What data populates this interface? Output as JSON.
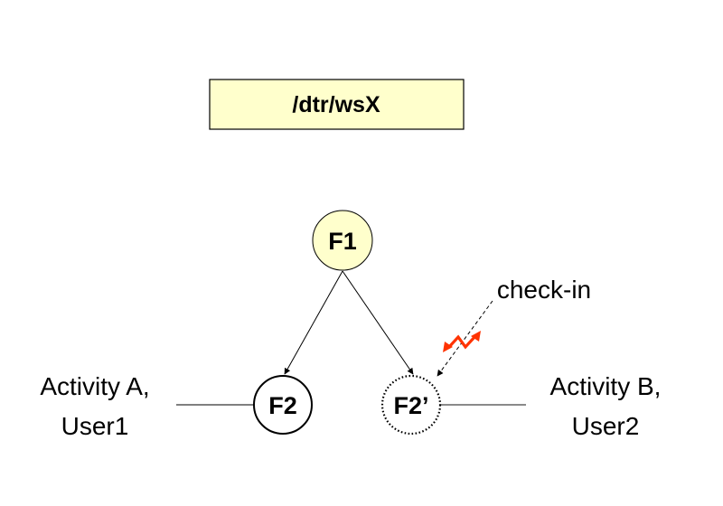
{
  "workspace": {
    "label": "/dtr/wsX",
    "fill": "#FFFFCC"
  },
  "nodes": [
    {
      "id": "F1",
      "label": "F1",
      "style": "solid",
      "fill": "#FFFFCC"
    },
    {
      "id": "F2",
      "label": "F2",
      "style": "solid",
      "fill": "#FFFFFF"
    },
    {
      "id": "F2p",
      "label": "F2’",
      "style": "dotted",
      "fill": "#FFFFFF"
    }
  ],
  "edges": [
    {
      "from": "F1",
      "to": "F2",
      "style": "solid-arrow"
    },
    {
      "from": "F1",
      "to": "F2p",
      "style": "solid-arrow"
    },
    {
      "from": "check-in",
      "to": "F2p",
      "style": "dashed-arrow"
    }
  ],
  "annotations": {
    "check_in": "check-in",
    "activity_a_line1": "Activity A,",
    "activity_a_line2": "User1",
    "activity_b_line1": "Activity B,",
    "activity_b_line2": "User2"
  },
  "icons": {
    "conflict": "red-zigzag-double-arrow-icon"
  },
  "colors": {
    "node_fill": "#FFFFCC",
    "conflict": "#FF3300",
    "stroke": "#000000"
  }
}
